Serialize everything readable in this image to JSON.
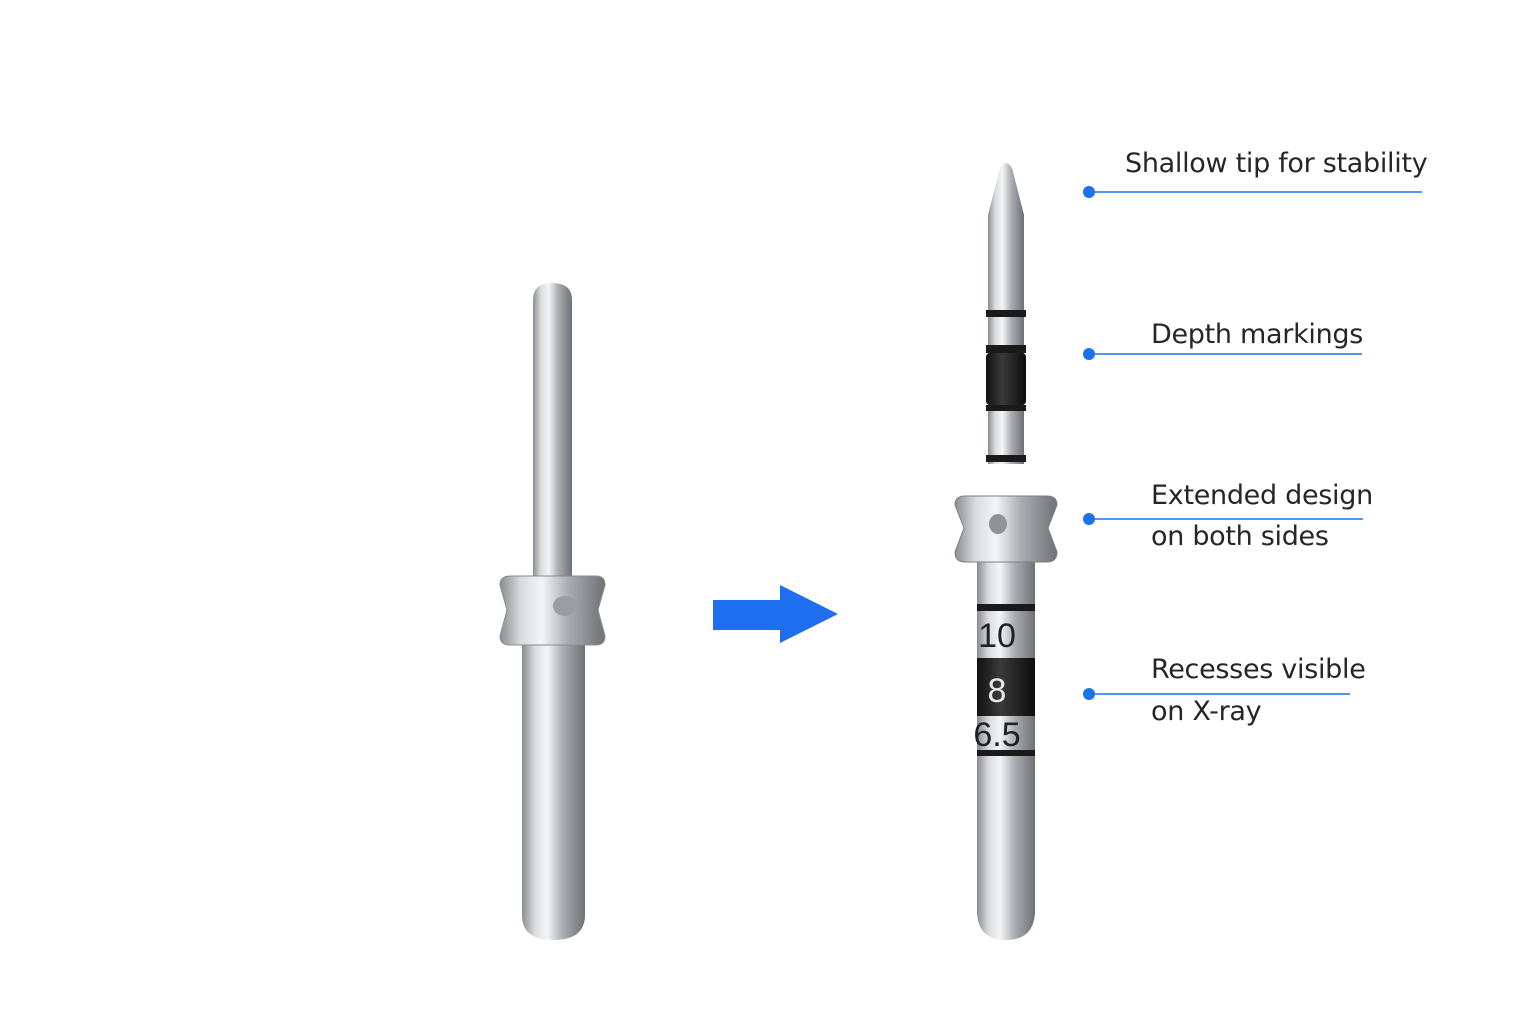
{
  "colors": {
    "accent": "#1a73e8",
    "arrow": "#1e6ff0",
    "text": "#262626"
  },
  "depth_numbers": [
    "10",
    "8",
    "6.5"
  ],
  "annotations": [
    {
      "lines": [
        "Shallow tip for stability"
      ]
    },
    {
      "lines": [
        "Depth markings"
      ]
    },
    {
      "lines": [
        "Extended design",
        "on both sides"
      ]
    },
    {
      "lines": [
        "Recesses visible",
        "on X-ray"
      ]
    }
  ]
}
